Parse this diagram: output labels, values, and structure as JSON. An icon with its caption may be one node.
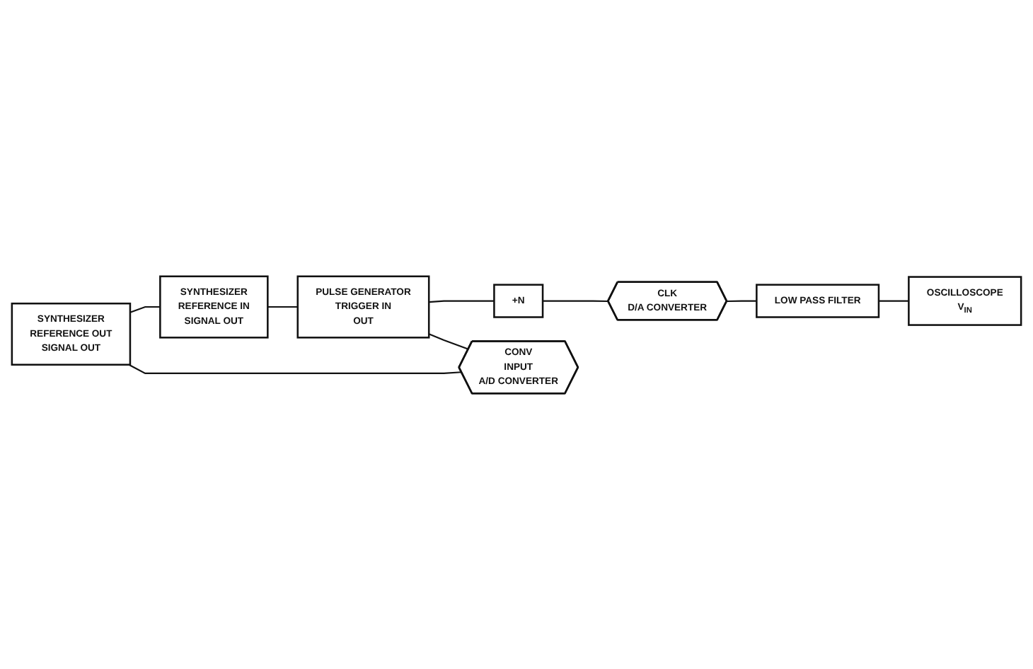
{
  "diagram": {
    "nodes": [
      {
        "text": [
          "SYNTHESIZER",
          "REFERENCE OUT",
          "SIGNAL OUT"
        ]
      },
      {
        "text": [
          "SYNTHESIZER",
          "REFERENCE IN",
          "SIGNAL OUT"
        ]
      },
      {
        "text": [
          "PULSE GENERATOR",
          "TRIGGER IN",
          "OUT"
        ]
      },
      {
        "text": [
          "OSCILLOSCOPE",
          "V$_{IN}$"
        ]
      },
      {
        "text": [
          "+N"
        ]
      },
      {
        "text": [
          "CONV",
          "INPUT",
          "A/D CONVERTER"
        ]
      },
      {
        "text": [
          "CLK",
          "D/A CONVERTER"
        ]
      },
      {
        "text": [
          "LOW PASS FILTER"
        ]
      }
    ],
    "edges": [
      {
        "from": 0,
        "to": 1,
        "arrow": "none"
      },
      {
        "from": 1,
        "to": 2,
        "arrow": "none"
      },
      {
        "from": 0,
        "to": 5,
        "arrow": "none"
      },
      {
        "from": 2,
        "to": 5,
        "arrow": "none"
      },
      {
        "from": 2,
        "to": 4,
        "arrow": "none"
      },
      {
        "from": 4,
        "to": 6,
        "arrow": "none"
      },
      {
        "from": 6,
        "to": 7,
        "arrow": "none"
      },
      {
        "from": 7,
        "to": 3,
        "arrow": "none"
      }
    ]
  }
}
